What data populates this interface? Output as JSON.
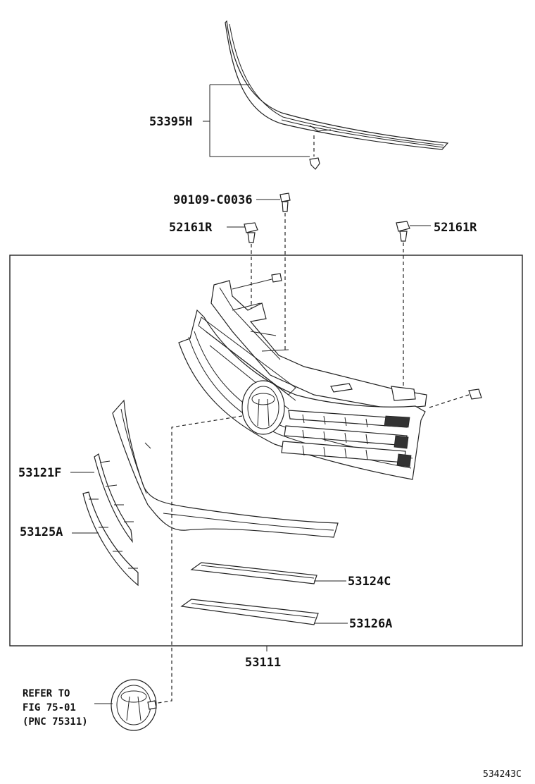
{
  "parts": {
    "molding_upper": "53395H",
    "clip_screw": "90109-C0036",
    "retainer_left": "52161R",
    "retainer_right": "52161R",
    "molding_side_upper": "53121F",
    "molding_side_lower": "53125A",
    "molding_bar_upper": "53124C",
    "molding_bar_lower": "53126A",
    "grille_assembly": "53111"
  },
  "reference_note": {
    "line1": "REFER TO",
    "line2": "FIG 75-01",
    "line3": "(PNC 75311)"
  },
  "illustration_id": "534243C"
}
